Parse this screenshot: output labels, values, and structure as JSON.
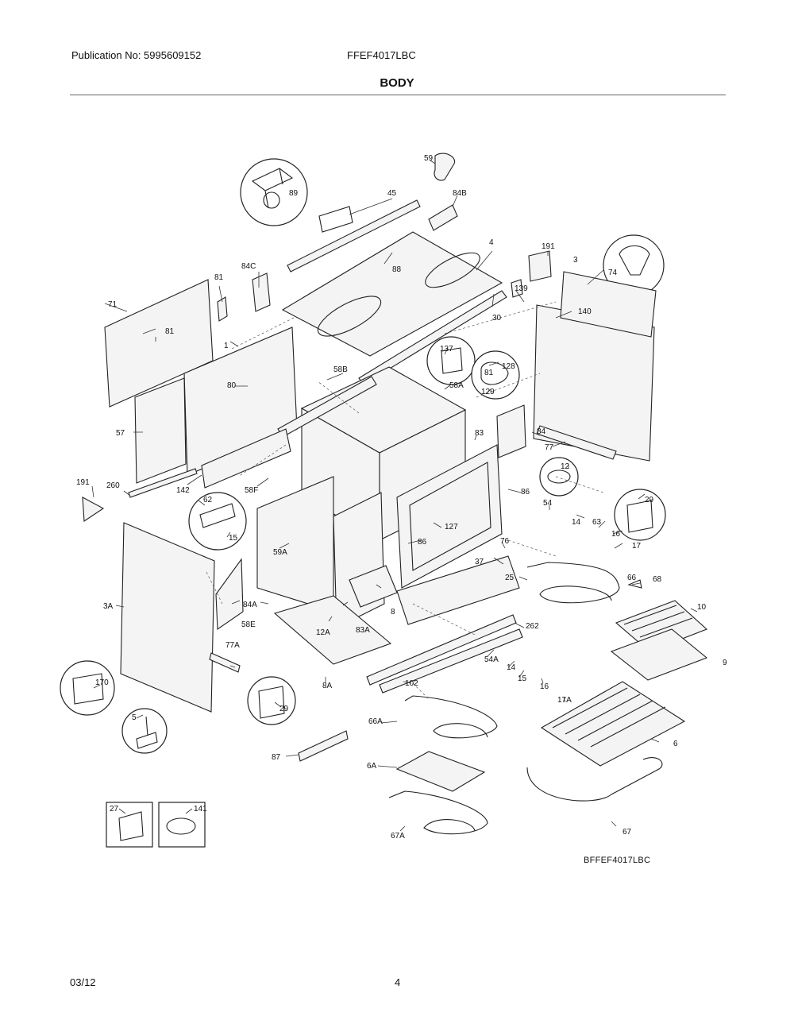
{
  "header": {
    "publication": "Publication No: 5995609152",
    "model": "FFEF4017LBC",
    "title": "BODY"
  },
  "diagram": {
    "callouts": [
      "59",
      "89",
      "45",
      "84B",
      "4",
      "191",
      "3",
      "74",
      "84C",
      "88",
      "81",
      "139",
      "71",
      "30",
      "81",
      "140",
      "1",
      "137",
      "128",
      "81",
      "80",
      "58B",
      "129",
      "58A",
      "84",
      "57",
      "83",
      "77",
      "12",
      "191",
      "260",
      "142",
      "58F",
      "62",
      "86",
      "29",
      "54",
      "14",
      "15",
      "63",
      "127",
      "16",
      "59A",
      "86",
      "17",
      "76",
      "37",
      "3A",
      "25",
      "66",
      "68",
      "84A",
      "58E",
      "8",
      "12A",
      "83A",
      "262",
      "10",
      "9",
      "77A",
      "54A",
      "14",
      "15",
      "16",
      "170",
      "29",
      "8A",
      "102",
      "17A",
      "5",
      "66A",
      "6",
      "87",
      "6A",
      "27",
      "141",
      "67A",
      "67"
    ],
    "code": "BFFEF4017LBC"
  },
  "footer": {
    "date": "03/12",
    "page": "4"
  }
}
